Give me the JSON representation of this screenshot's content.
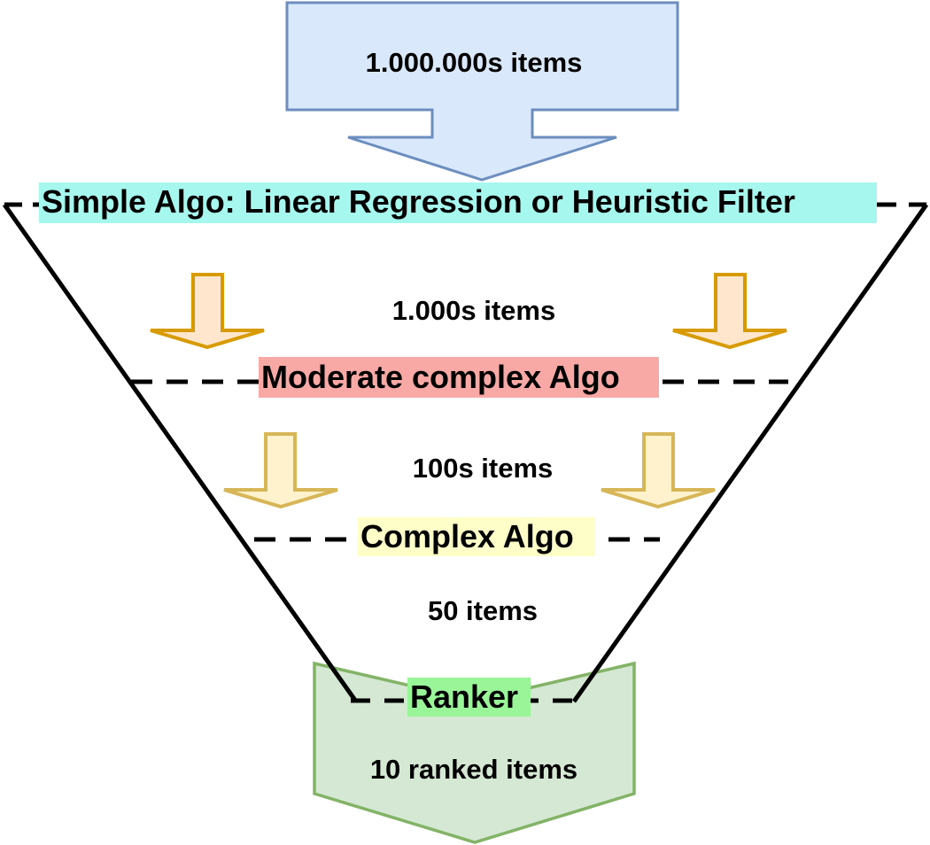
{
  "diagram": {
    "input": {
      "text": "1.000.000s items",
      "fill": "#dae8fc",
      "stroke": "#6c8ebf"
    },
    "stages": [
      {
        "name": "Simple Algo: Linear Regression or Heuristic Filter",
        "highlight": "#a6f7ee"
      },
      {
        "name": "Moderate complex Algo",
        "highlight": "#f8a9a6"
      },
      {
        "name": "Complex Algo",
        "highlight": "#fefec9"
      },
      {
        "name": "Ranker",
        "highlight": "#99f598"
      }
    ],
    "counts": [
      "1.000s items",
      "100s items",
      "50 items"
    ],
    "output": {
      "text": "10 ranked items",
      "fill": "#d5e8d4",
      "stroke": "#82b366"
    },
    "arrow_colors": {
      "orange": {
        "fill": "#ffe6cc",
        "stroke": "#d79b00"
      },
      "yellow": {
        "fill": "#fff2cc",
        "stroke": "#d6b656"
      }
    },
    "funnel_color": "#000000"
  }
}
